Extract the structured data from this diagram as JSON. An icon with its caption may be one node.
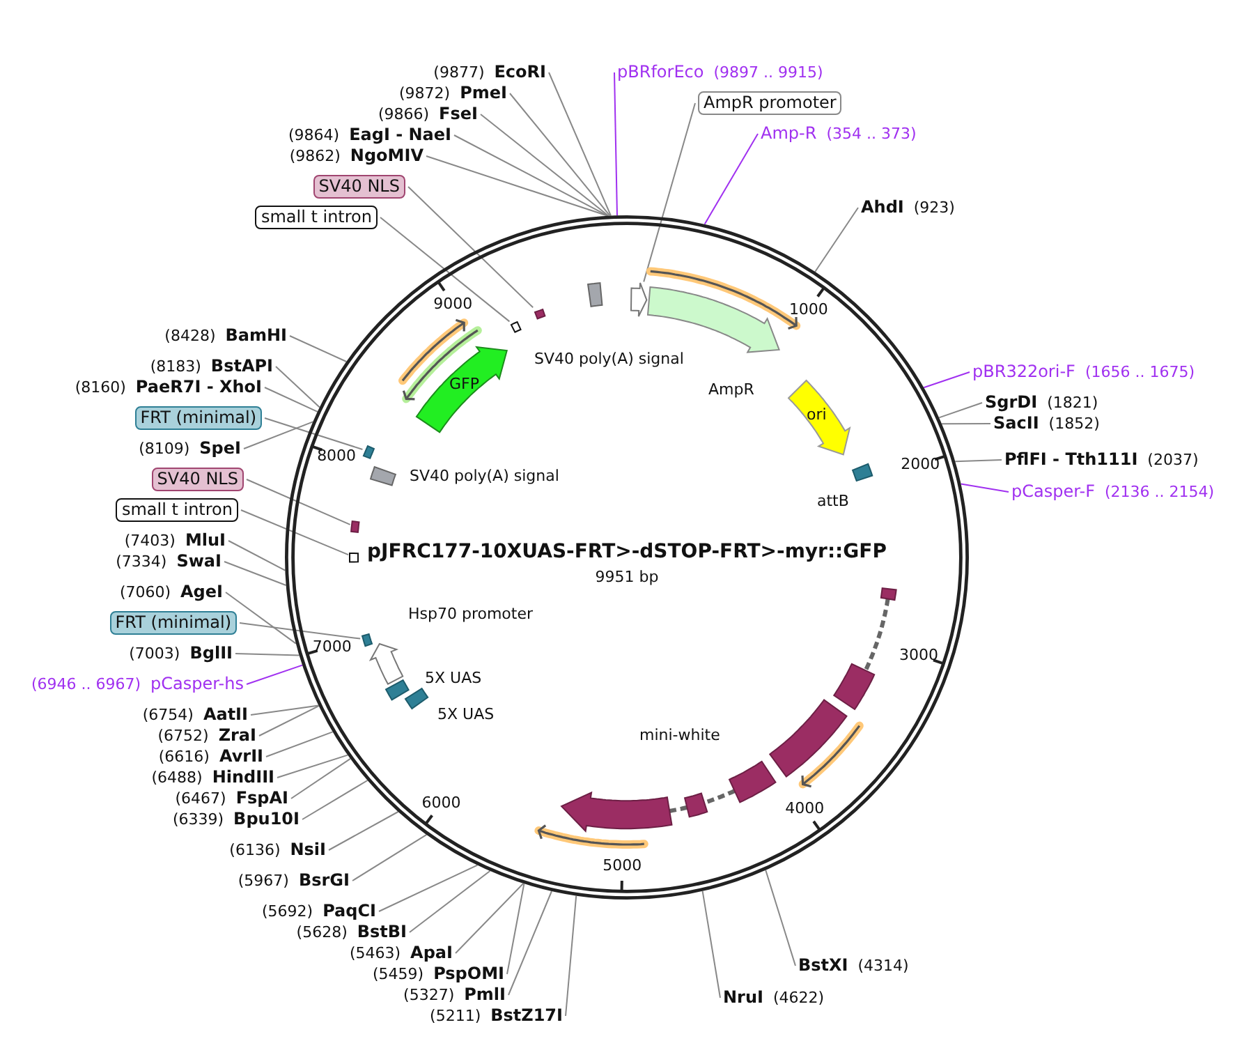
{
  "diagram": {
    "nodes": [
      {
        "text": [
          "pJFRC177-10XUAS-FRT>-dSTOP-FRT>-myr::GFP",
          "9951 bp"
        ]
      },
      {
        "text": [
          "GFP"
        ],
        "in": 0
      },
      {
        "text": [
          "SV40 poly(A) signal"
        ],
        "in": 0
      },
      {
        "text": [],
        "shape": "arrow",
        "in": 0
      },
      {
        "text": [
          "AmpR"
        ],
        "in": 0
      },
      {
        "text": [
          "ori"
        ],
        "in": 0
      },
      {
        "text": [
          "attB"
        ],
        "in": 0
      },
      {
        "text": [
          "mini-white"
        ],
        "in": 0
      },
      {
        "text": [
          "5X UAS"
        ],
        "in": 0
      },
      {
        "text": [
          "5X UAS"
        ],
        "in": 0
      },
      {
        "text": [
          "Hsp70 promoter"
        ],
        "in": 0
      },
      {
        "text": [],
        "shape": "bar",
        "in": 0
      },
      {
        "text": [],
        "shape": "bar",
        "in": 0
      },
      {
        "text": [],
        "shape": "bar",
        "in": 0
      },
      {
        "text": [],
        "shape": "bar",
        "in": 0
      },
      {
        "text": [],
        "shape": "bar",
        "in": 0
      },
      {
        "text": [],
        "shape": "bar",
        "in": 0
      },
      {
        "text": [
          "SV40 poly(A) signal"
        ],
        "in": 0
      },
      {
        "text": [
          "SV40 NLS"
        ]
      },
      {
        "text": [
          "small t intron"
        ]
      },
      {
        "text": [
          "FRT (minimal)"
        ]
      },
      {
        "text": [
          "SV40 NLS"
        ]
      },
      {
        "text": [
          "small t intron"
        ]
      },
      {
        "text": [
          "FRT (minimal)"
        ]
      },
      {
        "text": [
          "AmpR promoter"
        ]
      },
      {
        "text": [
          "pBRforEco",
          "(9897 .. 9915)"
        ]
      },
      {
        "text": [
          "Amp-R",
          "(354 .. 373)"
        ]
      },
      {
        "text": [
          "pBR322ori-F",
          "(1656 .. 1675)"
        ]
      },
      {
        "text": [
          "pCasper-F",
          "(2136 .. 2154)"
        ]
      },
      {
        "text": [
          "(6946 .. 6967)",
          "pCasper-hs"
        ]
      },
      {
        "text": [
          "(9877)",
          "EcoRI"
        ]
      },
      {
        "text": [
          "(9872)",
          "PmeI"
        ]
      },
      {
        "text": [
          "(9866)",
          "FseI"
        ]
      },
      {
        "text": [
          "(9864)",
          "EagI - NaeI"
        ]
      },
      {
        "text": [
          "(9862)",
          "NgoMIV"
        ]
      },
      {
        "text": [
          "(8428)",
          "BamHI"
        ]
      },
      {
        "text": [
          "(8183)",
          "BstAPI"
        ]
      },
      {
        "text": [
          "(8160)",
          "PaeR7I - XhoI"
        ]
      },
      {
        "text": [
          "(8109)",
          "SpeI"
        ]
      },
      {
        "text": [
          "(7403)",
          "MluI"
        ]
      },
      {
        "text": [
          "(7334)",
          "SwaI"
        ]
      },
      {
        "text": [
          "(7060)",
          "AgeI"
        ]
      },
      {
        "text": [
          "(7003)",
          "BglII"
        ]
      },
      {
        "text": [
          "(6754)",
          "AatII"
        ]
      },
      {
        "text": [
          "(6752)",
          "ZraI"
        ]
      },
      {
        "text": [
          "(6616)",
          "AvrII"
        ]
      },
      {
        "text": [
          "(6488)",
          "HindIII"
        ]
      },
      {
        "text": [
          "(6467)",
          "FspAI"
        ]
      },
      {
        "text": [
          "(6339)",
          "Bpu10I"
        ]
      },
      {
        "text": [
          "(6136)",
          "NsiI"
        ]
      },
      {
        "text": [
          "(5967)",
          "BsrGI"
        ]
      },
      {
        "text": [
          "(5692)",
          "PaqCI"
        ]
      },
      {
        "text": [
          "(5628)",
          "BstBI"
        ]
      },
      {
        "text": [
          "(5463)",
          "ApaI"
        ]
      },
      {
        "text": [
          "(5459)",
          "PspOMI"
        ]
      },
      {
        "text": [
          "(5327)",
          "PmlI"
        ]
      },
      {
        "text": [
          "(5211)",
          "BstZ17I"
        ]
      },
      {
        "text": [
          "NruI",
          "(4622)"
        ]
      },
      {
        "text": [
          "BstXI",
          "(4314)"
        ]
      },
      {
        "text": [
          "AhdI",
          "(923)"
        ]
      },
      {
        "text": [
          "SgrDI",
          "(1821)"
        ]
      },
      {
        "text": [
          "SacII",
          "(1852)"
        ]
      },
      {
        "text": [
          "PflFI - Tth111I",
          "(2037)"
        ]
      }
    ],
    "edges": [
      {
        "from": 18,
        "to": 11,
        "arrow": "none"
      },
      {
        "from": 19,
        "to": 12,
        "arrow": "none"
      },
      {
        "from": 20,
        "to": 15,
        "arrow": "none"
      },
      {
        "from": 21,
        "to": 13,
        "arrow": "none"
      },
      {
        "from": 22,
        "to": 14,
        "arrow": "none"
      },
      {
        "from": 23,
        "to": 16,
        "arrow": "none"
      },
      {
        "from": 24,
        "to": 3,
        "arrow": "none"
      },
      {
        "from": 25,
        "to": 0,
        "arrow": "none",
        "color": "#a030f0"
      },
      {
        "from": 26,
        "to": 0,
        "arrow": "none",
        "color": "#a030f0"
      },
      {
        "from": 27,
        "to": 0,
        "arrow": "none",
        "color": "#a030f0"
      },
      {
        "from": 28,
        "to": 0,
        "arrow": "none",
        "color": "#a030f0"
      },
      {
        "from": 29,
        "to": 0,
        "arrow": "none",
        "color": "#a030f0"
      },
      {
        "from": 30,
        "to": 0,
        "arrow": "none"
      },
      {
        "from": 31,
        "to": 0,
        "arrow": "none"
      },
      {
        "from": 32,
        "to": 0,
        "arrow": "none"
      },
      {
        "from": 33,
        "to": 0,
        "arrow": "none"
      },
      {
        "from": 34,
        "to": 0,
        "arrow": "none"
      },
      {
        "from": 35,
        "to": 0,
        "arrow": "none"
      },
      {
        "from": 36,
        "to": 0,
        "arrow": "none"
      },
      {
        "from": 37,
        "to": 0,
        "arrow": "none"
      },
      {
        "from": 38,
        "to": 0,
        "arrow": "none"
      },
      {
        "from": 39,
        "to": 0,
        "arrow": "none"
      },
      {
        "from": 40,
        "to": 0,
        "arrow": "none"
      },
      {
        "from": 41,
        "to": 0,
        "arrow": "none"
      },
      {
        "from": 42,
        "to": 0,
        "arrow": "none"
      },
      {
        "from": 43,
        "to": 0,
        "arrow": "none"
      },
      {
        "from": 44,
        "to": 0,
        "arrow": "none"
      },
      {
        "from": 45,
        "to": 0,
        "arrow": "none"
      },
      {
        "from": 46,
        "to": 0,
        "arrow": "none"
      },
      {
        "from": 47,
        "to": 0,
        "arrow": "none"
      },
      {
        "from": 48,
        "to": 0,
        "arrow": "none"
      },
      {
        "from": 49,
        "to": 0,
        "arrow": "none"
      },
      {
        "from": 50,
        "to": 0,
        "arrow": "none"
      },
      {
        "from": 51,
        "to": 0,
        "arrow": "none"
      },
      {
        "from": 52,
        "to": 0,
        "arrow": "none"
      },
      {
        "from": 53,
        "to": 0,
        "arrow": "none"
      },
      {
        "from": 54,
        "to": 0,
        "arrow": "none"
      },
      {
        "from": 55,
        "to": 0,
        "arrow": "none"
      },
      {
        "from": 56,
        "to": 0,
        "arrow": "none"
      },
      {
        "from": 57,
        "to": 0,
        "arrow": "none"
      },
      {
        "from": 58,
        "to": 0,
        "arrow": "none"
      },
      {
        "from": 59,
        "to": 0,
        "arrow": "none"
      },
      {
        "from": 60,
        "to": 0,
        "arrow": "none"
      },
      {
        "from": 61,
        "to": 0,
        "arrow": "none"
      },
      {
        "from": 62,
        "to": 0,
        "arrow": "none"
      }
    ],
    "labels": [
      "1000",
      "2000",
      "3000",
      "4000",
      "5000",
      "6000",
      "7000",
      "8000",
      "9000"
    ]
  }
}
